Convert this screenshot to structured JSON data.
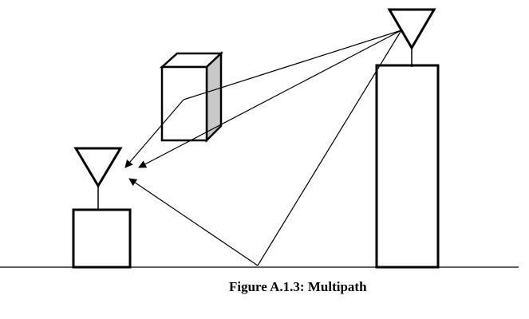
{
  "caption": "Figure A.1.3: Multipath",
  "colors": {
    "line": "#000000",
    "background": "#ffffff",
    "building_side": "#c8c8c8"
  },
  "elements": {
    "transmitter": "transmitting antenna on tall building",
    "receiver": "receiving antenna on small building",
    "reflector": "building obstacle",
    "ground": "ground reflection point"
  }
}
